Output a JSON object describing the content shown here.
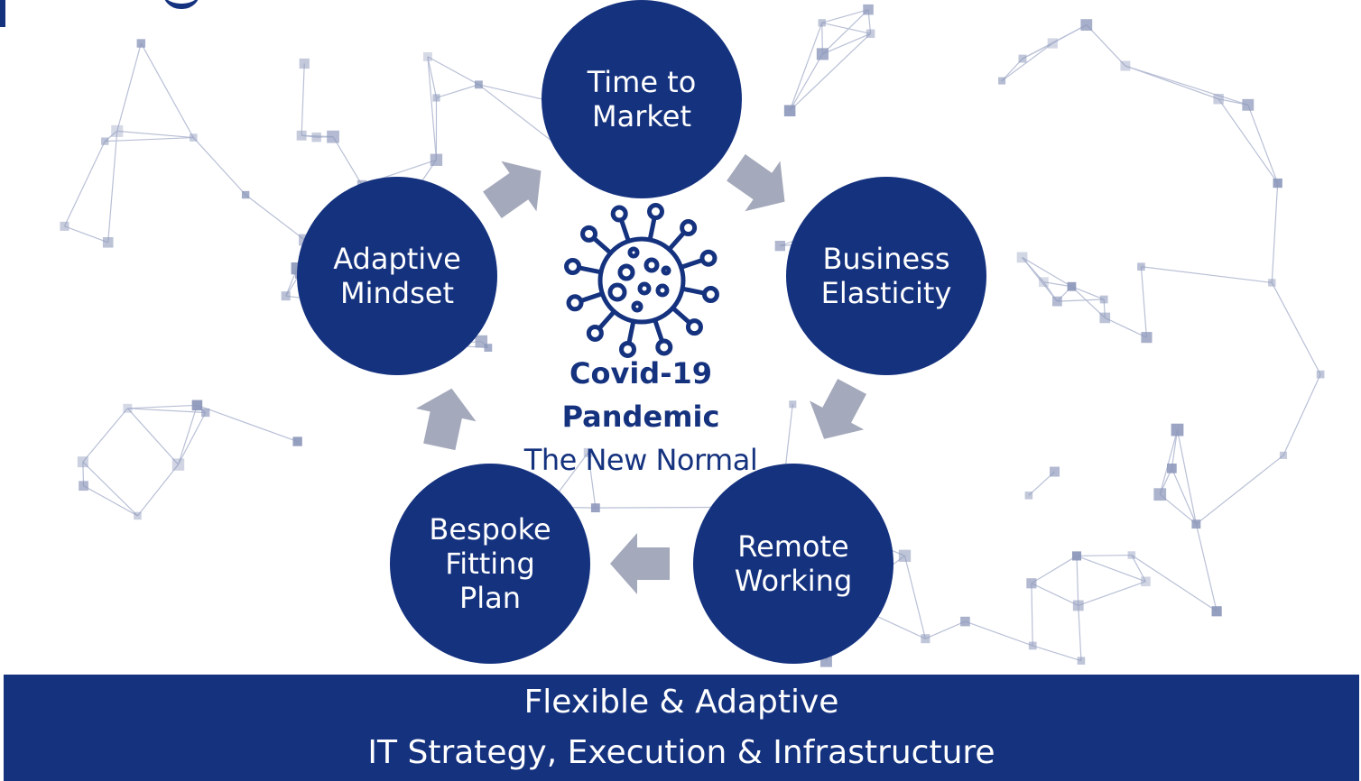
{
  "colors": {
    "brand": "#15327f",
    "arrow": "#a4a9bb",
    "network_line": "#b9c0d6",
    "network_node": "#8c97ba"
  },
  "center": {
    "icon": "virus-icon",
    "lines": [
      "Covid-19",
      "Pandemic",
      "The New Normal"
    ]
  },
  "nodes": {
    "time_to_market": [
      "Time to",
      "Market"
    ],
    "business_elasticity": [
      "Business",
      "Elasticity"
    ],
    "remote_working": [
      "Remote",
      "Working"
    ],
    "bespoke_fitting_plan": [
      "Bespoke",
      "Fitting",
      "Plan"
    ],
    "adaptive_mindset": [
      "Adaptive",
      "Mindset"
    ]
  },
  "banner": {
    "line1": "Flexible & Adaptive",
    "line2": "IT Strategy, Execution & Infrastructure"
  },
  "background": {
    "icon": "network-mesh-icon"
  }
}
